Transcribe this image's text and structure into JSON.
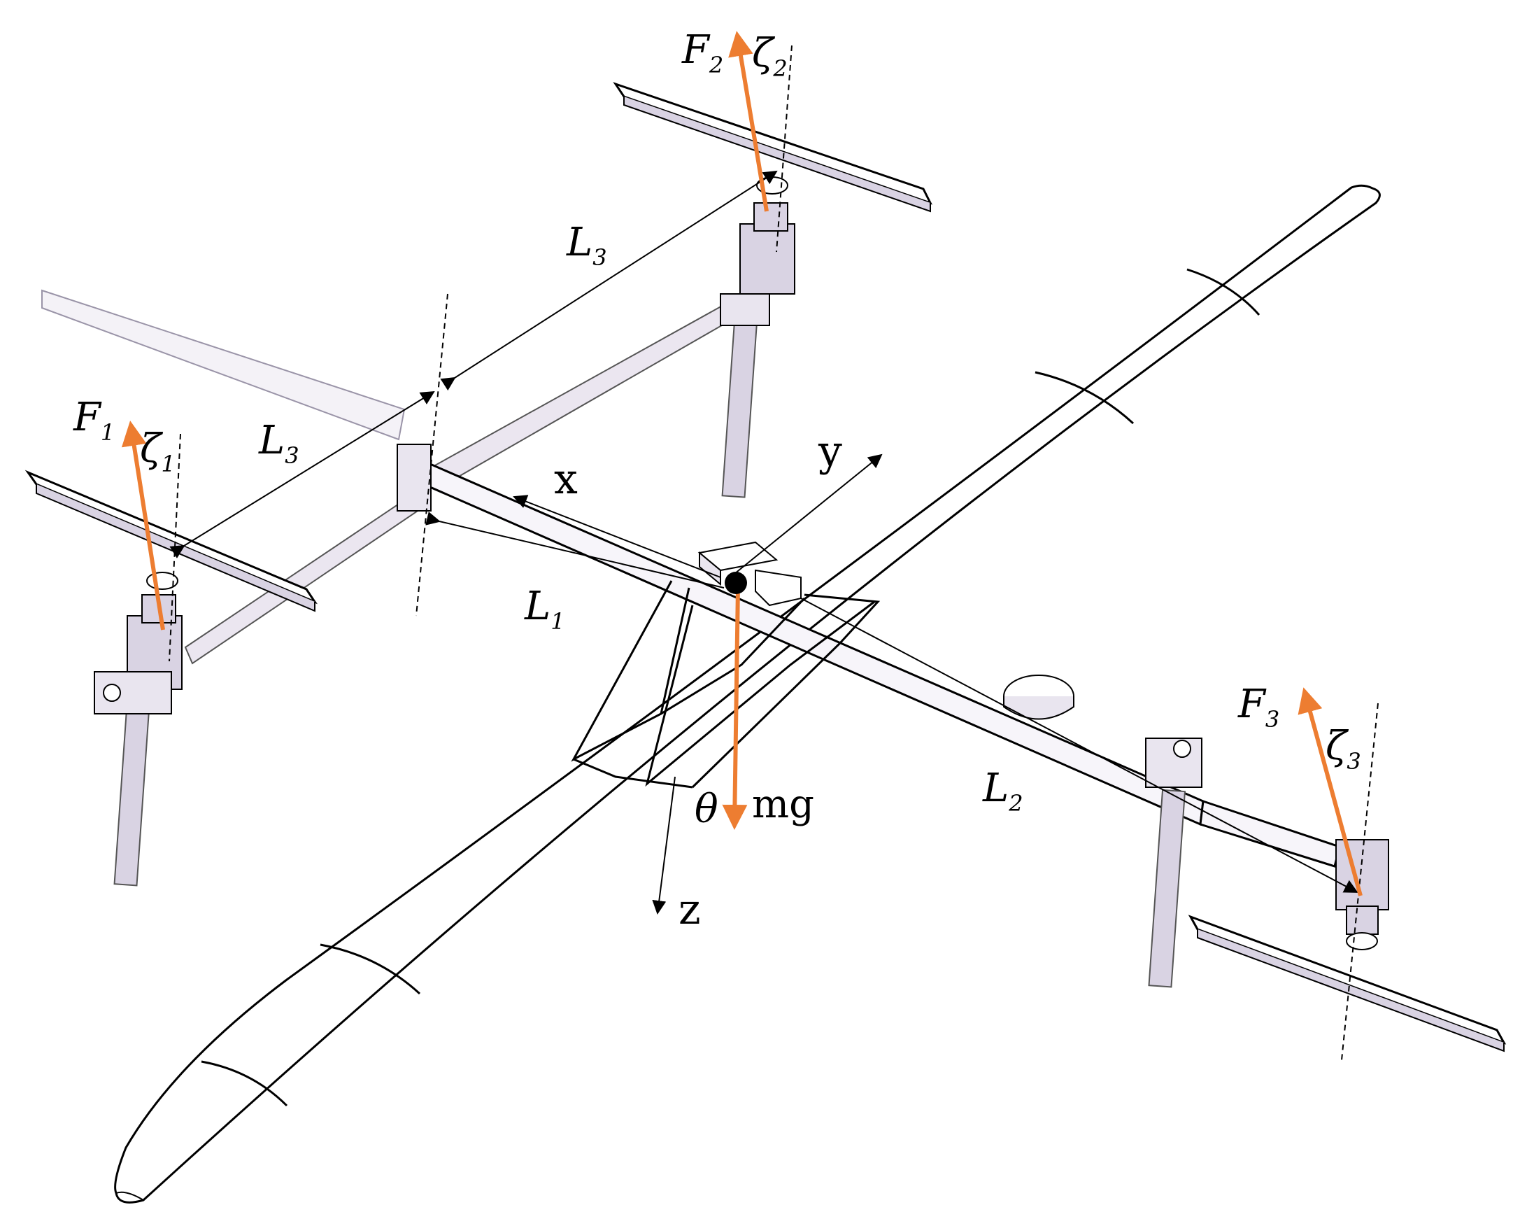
{
  "colors": {
    "force_arrow": "#ED7D31",
    "structure": "#000000",
    "component_fill": "#D9D3E3",
    "background": "#FFFFFF"
  },
  "labels": {
    "F1": {
      "main": "F",
      "sub": "1"
    },
    "F2": {
      "main": "F",
      "sub": "2"
    },
    "F3": {
      "main": "F",
      "sub": "3"
    },
    "zeta1": {
      "main": "ζ",
      "sub": "1"
    },
    "zeta2": {
      "main": "ζ",
      "sub": "2"
    },
    "zeta3": {
      "main": "ζ",
      "sub": "3"
    },
    "L1": {
      "main": "L",
      "sub": "1"
    },
    "L2": {
      "main": "L",
      "sub": "2"
    },
    "L3_upper": {
      "main": "L",
      "sub": "3"
    },
    "L3_lower": {
      "main": "L",
      "sub": "3"
    },
    "x": "x",
    "y": "y",
    "z": "z",
    "theta": "θ",
    "mg": "mg"
  }
}
